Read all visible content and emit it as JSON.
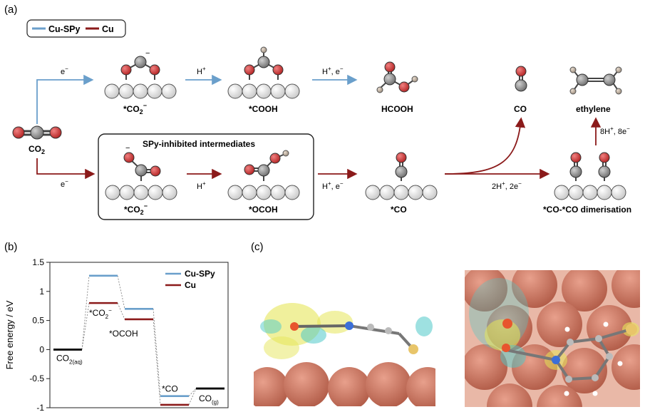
{
  "panels": {
    "a": "(a)",
    "b": "(b)",
    "c": "(c)"
  },
  "legend_a": {
    "cuspy": "Cu-SPy",
    "cu": "Cu"
  },
  "colors": {
    "cuspy": "#6a9fcb",
    "cu": "#8b1a1a",
    "oxygen": "#c0392b",
    "carbon": "#8a8a8a",
    "hydrogen": "#a89a8a",
    "copper": "#c9705a",
    "iso_yellow": "#e6e65a",
    "iso_cyan": "#4ec9c9"
  },
  "scheme": {
    "co2": "CO",
    "co2_sub": "2",
    "e1": "e",
    "h1": "H",
    "h_e": "H",
    "e2": "e",
    "h2": "H",
    "h_e2": "H",
    "sites": {
      "co2_ads": "*CO",
      "cooh": "*COOH",
      "hcooh": "HCOOH",
      "co": "CO",
      "ethylene": "ethylene",
      "co2_ads_b": "*CO",
      "ocoh": "*OCOH",
      "co_ads": "*CO",
      "dimer": "*CO-*CO dimerisation"
    },
    "box_title": "SPy-inhibited intermediates",
    "step_2h2e": "2H",
    "step_8h8e": "8H"
  },
  "chart_data": {
    "type": "line",
    "ylabel": "Free energy / eV",
    "ylim": [
      -1,
      1.5
    ],
    "yticks": [
      -1,
      -0.5,
      0,
      0.5,
      1,
      1.5
    ],
    "states": [
      "CO2(aq)",
      "*CO2−",
      "*OCOH",
      "*CO",
      "CO(g)"
    ],
    "series": [
      {
        "name": "Cu-SPy",
        "values": [
          0,
          1.27,
          0.7,
          -0.8,
          -0.67
        ]
      },
      {
        "name": "Cu",
        "values": [
          0,
          0.8,
          0.52,
          -0.95,
          -0.67
        ]
      }
    ],
    "state_labels": {
      "co2aq": "CO",
      "co2aq_sub": "2(aq)",
      "co2m": "*CO",
      "co2m_sub": "2",
      "co2m_sup": "−",
      "ocoh": "*OCOH",
      "co": "*CO",
      "cog": "CO",
      "cog_sub": "(g)"
    },
    "legend": {
      "a": "Cu-SPy",
      "b": "Cu"
    }
  }
}
